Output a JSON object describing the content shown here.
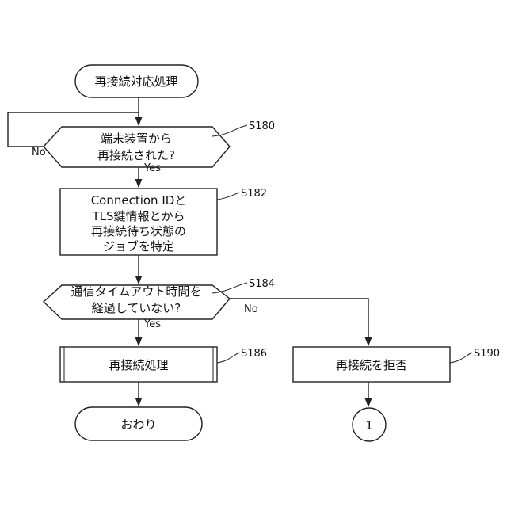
{
  "start": {
    "text": "再接続対応処理"
  },
  "decision1": {
    "lines": [
      "端末装置から",
      "再接続された?"
    ],
    "step": "S180",
    "no": "No",
    "yes": "Yes"
  },
  "process1": {
    "lines": [
      "Connection IDと",
      "TLS鍵情報とから",
      "再接続待ち状態の",
      "ジョブを特定"
    ],
    "step": "S182"
  },
  "decision2": {
    "lines": [
      "通信タイムアウト時間を",
      "経過していない?"
    ],
    "step": "S184",
    "no": "No",
    "yes": "Yes"
  },
  "process2": {
    "text": "再接続処理",
    "step": "S186"
  },
  "process3": {
    "text": "再接続を拒否",
    "step": "S190"
  },
  "end": {
    "text": "おわり"
  },
  "connector": {
    "text": "1"
  }
}
